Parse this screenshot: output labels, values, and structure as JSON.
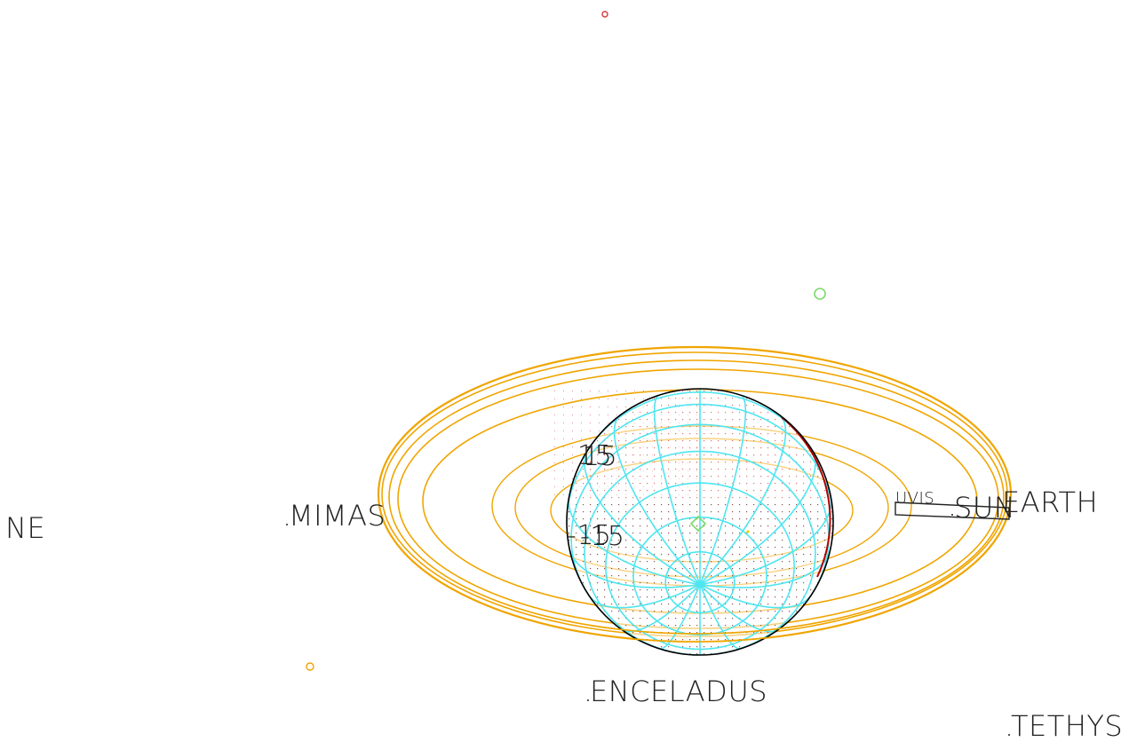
{
  "labels": {
    "ne": "NE",
    "mimas": "MIMAS",
    "enceladus": "ENCELADUS",
    "tethys": "TETHYS",
    "earth": "EARTH",
    "sun": "SUN",
    "uvis": "UVIS"
  },
  "grid_labels": {
    "lat_north": "15",
    "lat_south": "-15"
  },
  "colors": {
    "rings": "#f0a500",
    "grid": "#4fe5f0",
    "limb": "#000000",
    "terminator": "#b30000",
    "dots": "#e07070",
    "marker_green": "#7cd96a",
    "marker_red": "#d83a3a",
    "marker_orange": "#f0a000"
  }
}
